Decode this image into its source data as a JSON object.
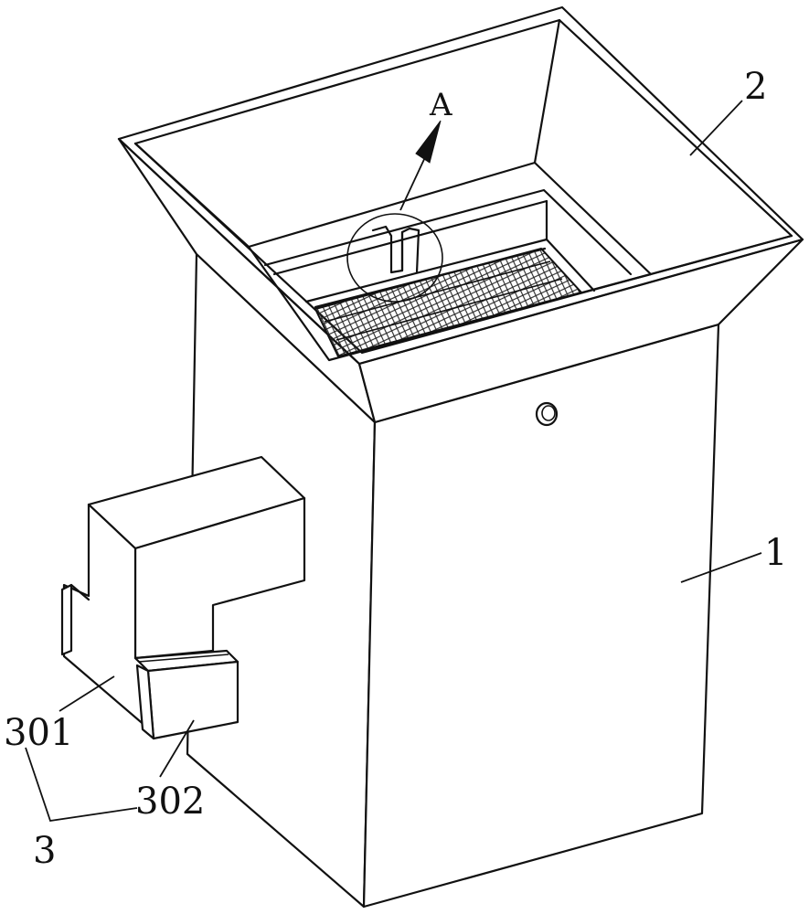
{
  "figure": {
    "labels": {
      "main_body": "1",
      "hopper": "2",
      "assembly": "3",
      "part_301": "301",
      "part_302": "302",
      "detail_view": "A"
    }
  }
}
